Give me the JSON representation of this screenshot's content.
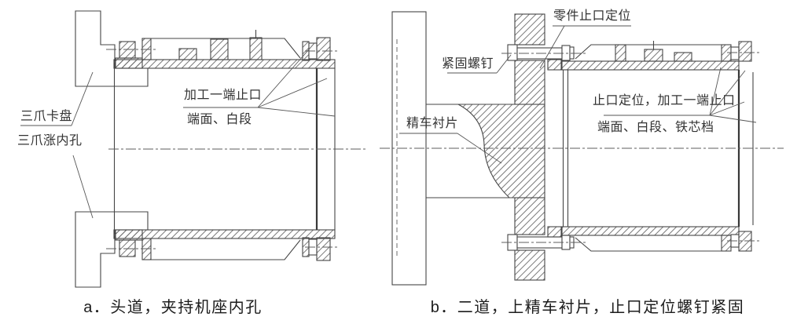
{
  "figure": {
    "background": "#ffffff",
    "line_color": "#454545",
    "hatch_color": "#666666",
    "caption_color": "#1c1c1c"
  },
  "panel_a": {
    "labels": {
      "chuck": {
        "line1": "三爪卡盘",
        "line2": "三爪涨内孔"
      },
      "machining": {
        "line1": "加工一端止口",
        "line2": "端面、白段"
      }
    },
    "caption": "a．头道，夹持机座内孔"
  },
  "panel_b": {
    "labels": {
      "part_spigot": "零件止口定位",
      "screw": "紧固螺钉",
      "liner": "精车衬片",
      "machining": {
        "line1": "止口定位，加工一端止口",
        "line2": "端面、白段、铁芯档"
      }
    },
    "caption": "b．二道，上精车衬片，止口定位螺钉紧固"
  }
}
